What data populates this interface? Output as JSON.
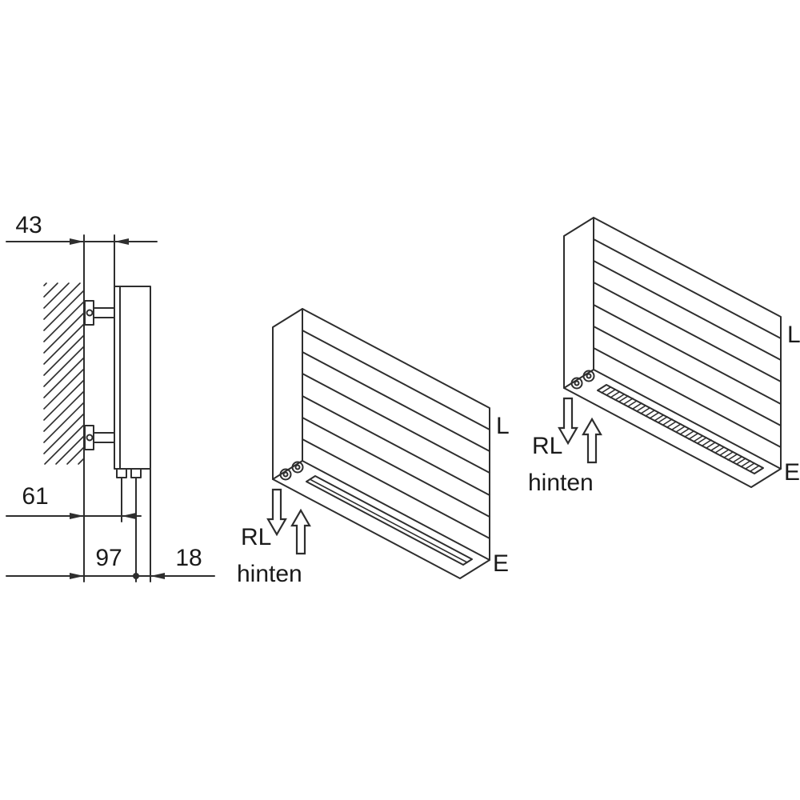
{
  "palette": {
    "background": "#ffffff",
    "line_color": "#2e2e2e",
    "text_color": "#1a1a1a"
  },
  "side_view": {
    "dim_top": "43",
    "dim_bottom_left": "61",
    "dim_bottom_middle": "97",
    "dim_bottom_right": "18"
  },
  "iso_view_left": {
    "label_l": "L",
    "label_e": "E",
    "label_rl": "RL",
    "label_hinten": "hinten"
  },
  "iso_view_right": {
    "label_l": "L",
    "label_e": "E",
    "label_rl": "RL",
    "label_hinten": "hinten"
  }
}
